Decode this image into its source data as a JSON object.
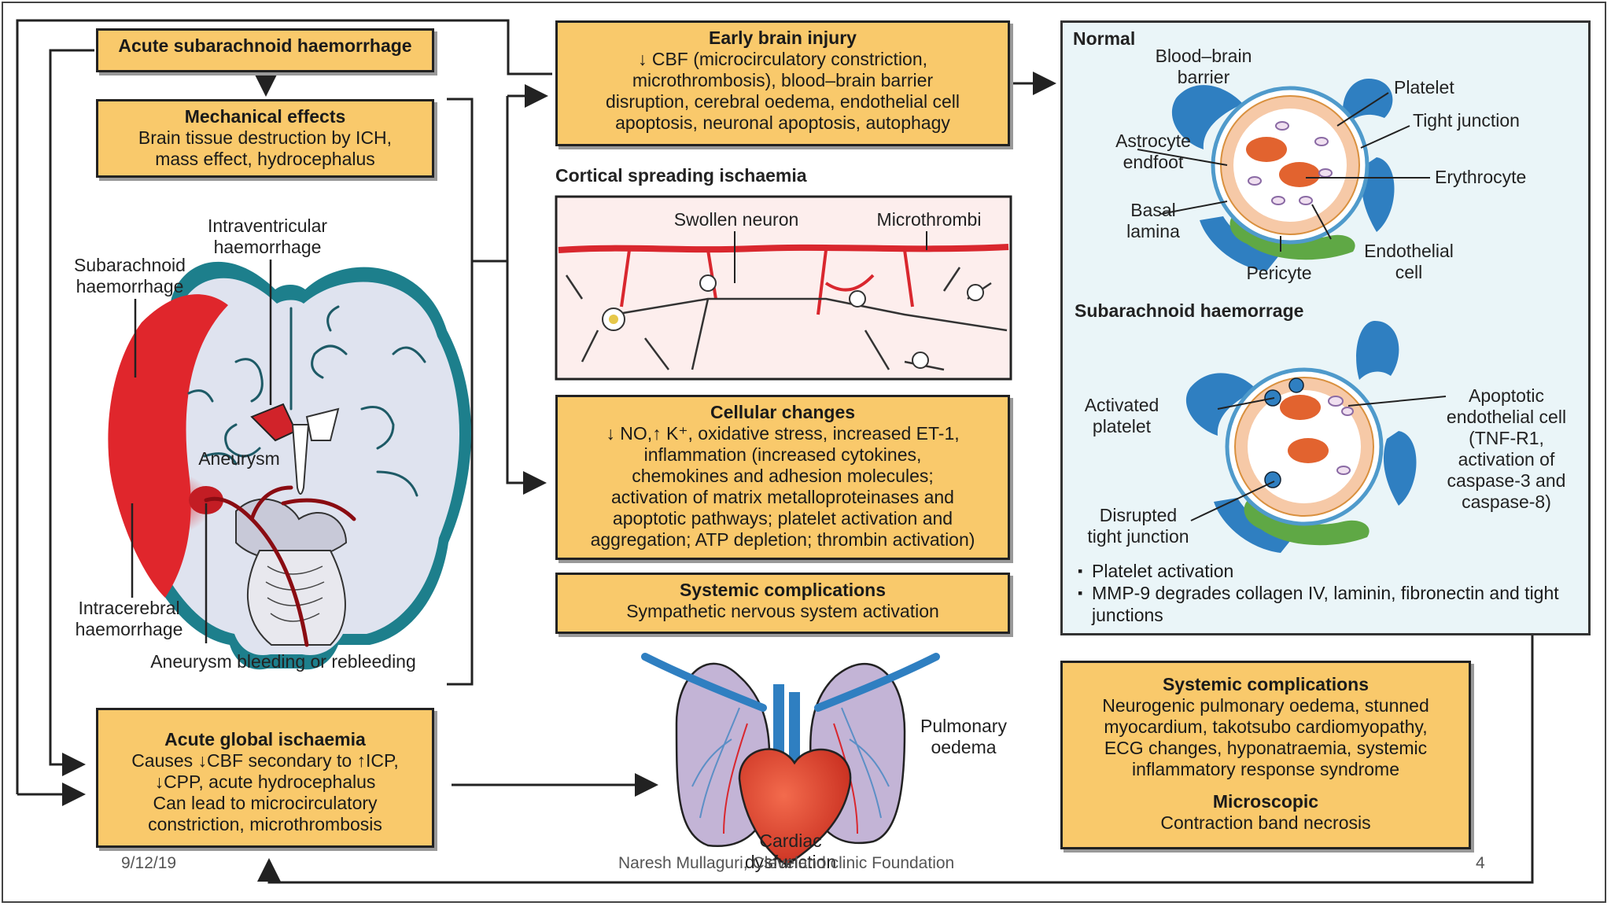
{
  "boxes": {
    "acute_sah": {
      "title": "Acute subarachnoid haemorrhage"
    },
    "mechanical": {
      "title": "Mechanical effects",
      "line1": "Brain tissue destruction by ICH,",
      "line2": "mass effect, hydrocephalus"
    },
    "early_injury": {
      "title": "Early brain injury",
      "line1": "↓ CBF (microcirculatory constriction,",
      "line2": "microthrombosis), blood–brain barrier",
      "line3": "disruption, cerebral oedema, endothelial cell",
      "line4": "apoptosis, neuronal apoptosis, autophagy"
    },
    "cellular": {
      "title": "Cellular changes",
      "line1": "↓ NO,↑ K⁺, oxidative stress, increased ET-1,",
      "line2": "inflammation (increased cytokines,",
      "line3": "chemokines and adhesion molecules;",
      "line4": "activation of matrix metalloproteinases and",
      "line5": "apoptotic pathways; platelet activation and",
      "line6": "aggregation; ATP depletion; thrombin activation)"
    },
    "systemic_mid": {
      "title": "Systemic complications",
      "line1": "Sympathetic nervous system activation"
    },
    "global_isch": {
      "title": "Acute global ischaemia",
      "line1": "Causes ↓CBF secondary to ↑ICP,",
      "line2": "↓CPP, acute hydrocephalus",
      "line3": "Can lead to microcirculatory",
      "line4": "constriction, microthrombosis"
    },
    "systemic_right": {
      "title": "Systemic complications",
      "line1": "Neurogenic pulmonary oedema, stunned",
      "line2": "myocardium, takotsubo cardiomyopathy,",
      "line3": "ECG changes, hyponatraemia, systemic",
      "line4": "inflammatory response syndrome",
      "title2": "Microscopic",
      "line5": "Contraction band necrosis"
    }
  },
  "brain_labels": {
    "intraventricular": "Intraventricular\nhaemorrhage",
    "subarachnoid": "Subarachnoid\nhaemorrhage",
    "aneurysm": "Aneurysm",
    "intracerebral": "Intracerebral\nhaemorrhage",
    "bleeding": "Aneurysm bleeding or rebleeding"
  },
  "cortical": {
    "title": "Cortical spreading ischaemia",
    "swollen_neuron": "Swollen neuron",
    "microthrombi": "Microthrombi"
  },
  "lung_labels": {
    "pulmonary": "Pulmonary\noedema",
    "cardiac": "Cardiac\ndysfunction"
  },
  "bbb_panel": {
    "normal_title": "Normal",
    "sah_title": "Subarachnoid haemorrage",
    "normal_labels": {
      "bbb": "Blood–brain\nbarrier",
      "platelet": "Platelet",
      "tight_junction": "Tight junction",
      "astrocyte": "Astrocyte\nendfoot",
      "erythrocyte": "Erythrocyte",
      "basal": "Basal\nlamina",
      "endothelial": "Endothelial\ncell",
      "pericyte": "Pericyte"
    },
    "sah_labels": {
      "activated": "Activated\nplatelet",
      "apoptotic": "Apoptotic\nendothelial cell\n(TNF-R1,\nactivation of\ncaspase-3 and\ncaspase-8)",
      "disrupted": "Disrupted\ntight junction"
    },
    "bullets": [
      "Platelet activation",
      "MMP-9 degrades collagen IV, laminin, fibronectin and tight junctions"
    ]
  },
  "footer": {
    "date": "9/12/19",
    "author": "Naresh Mullaguri, Cleveland clinic Foundation",
    "page": "4"
  },
  "colors": {
    "box_fill": "#f9c96b",
    "blood": "#d9272e",
    "astrocyte": "#2f7fc1",
    "pericyte": "#5fa845",
    "panel_bg": "#eaf5f8",
    "lung": "#c3b4d6"
  }
}
